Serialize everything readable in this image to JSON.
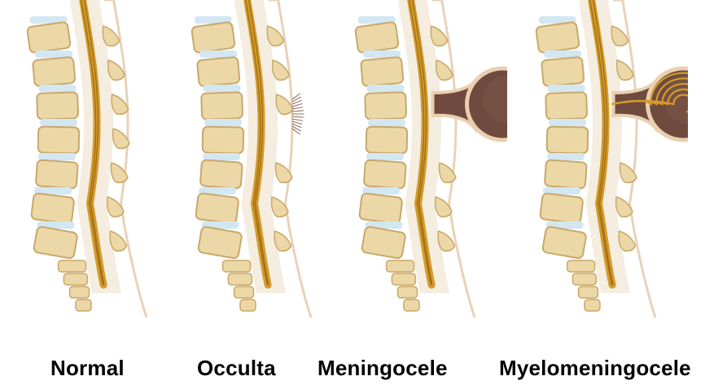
{
  "labels": {
    "normal": "Normal",
    "occulta": "Occulta",
    "meningocele": "Meningocele",
    "myelomeningocele": "Myelomeningocele"
  },
  "colors": {
    "vertebra_fill": "#ecd7a6",
    "vertebra_stroke": "#c9a86a",
    "disc": "#d3e7f2",
    "canal_fill": "#f4ede0",
    "cord": "#d49a2a",
    "cord_dark": "#9a6a14",
    "sac_fill": "#6e4b3e",
    "sac_rim": "#eacfb0",
    "hair": "#6f4d3c",
    "skin": "#f6e6d2",
    "skin_edge": "#e8d2b8"
  }
}
